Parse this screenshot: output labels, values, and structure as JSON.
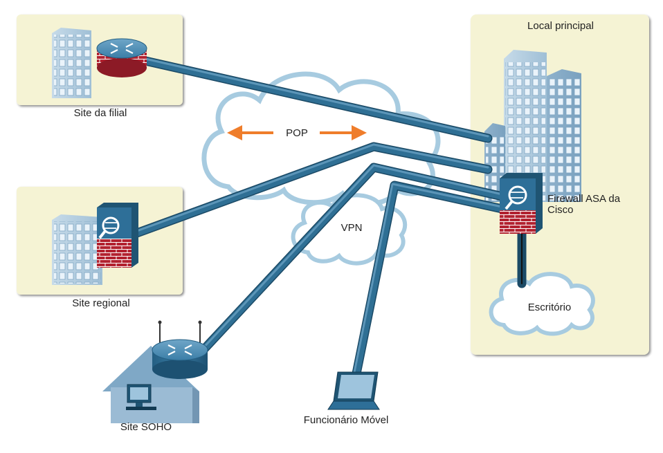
{
  "labels": {
    "branch_site": "Site da filial",
    "regional_site": "Site regional",
    "soho_site": "Site SOHO",
    "mobile_worker": "Funcionário Móvel",
    "main_site": "Local principal",
    "firewall_line1": "Firewall ASA da",
    "firewall_line2": "Cisco",
    "office": "Escritório",
    "pop": "POP",
    "vpn": "VPN"
  },
  "colors": {
    "site_panel": "#f5f3d4",
    "tunnel": "#2f6f94",
    "cloud_outline": "#a7cbe0",
    "arrow": "#ef7d2b",
    "device_blue": "#2e6f98",
    "firewall_brick": "#b22230"
  },
  "icons": [
    "building-icon",
    "router-icon",
    "firewall-icon",
    "cloud-icon",
    "house-icon",
    "laptop-icon",
    "pc-icon",
    "antenna-icon"
  ]
}
